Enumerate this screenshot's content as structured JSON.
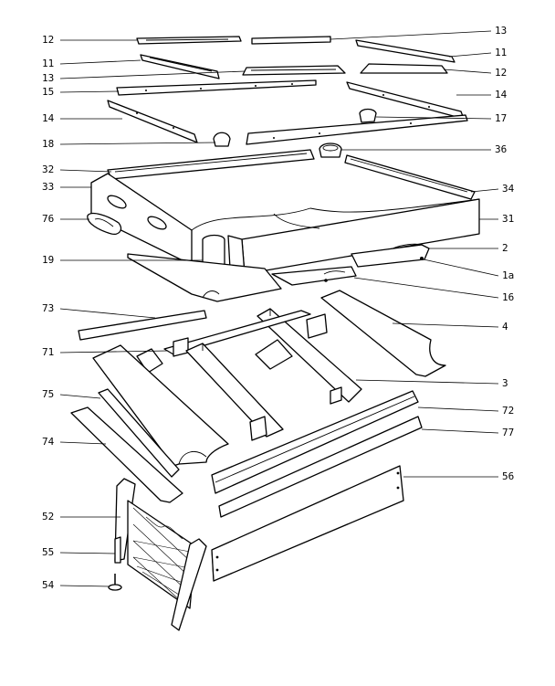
{
  "diagram": {
    "type": "exploded-parts-diagram",
    "labels": {
      "p13a": "13",
      "p12a": "12",
      "p11a": "11",
      "p11b": "11",
      "p12b": "12",
      "p13b": "13",
      "p15": "15",
      "p14a": "14",
      "p14b": "14",
      "p17": "17",
      "p18": "18",
      "p36": "36",
      "p32": "32",
      "p33": "33",
      "p34": "34",
      "p76": "76",
      "p31": "31",
      "p2": "2",
      "p19": "19",
      "p1a": "1a",
      "p16": "16",
      "p73": "73",
      "p4": "4",
      "p71": "71",
      "p3": "3",
      "p75": "75",
      "p72": "72",
      "p74": "74",
      "p77": "77",
      "p56": "56",
      "p52": "52",
      "p55": "55",
      "p54": "54"
    }
  }
}
